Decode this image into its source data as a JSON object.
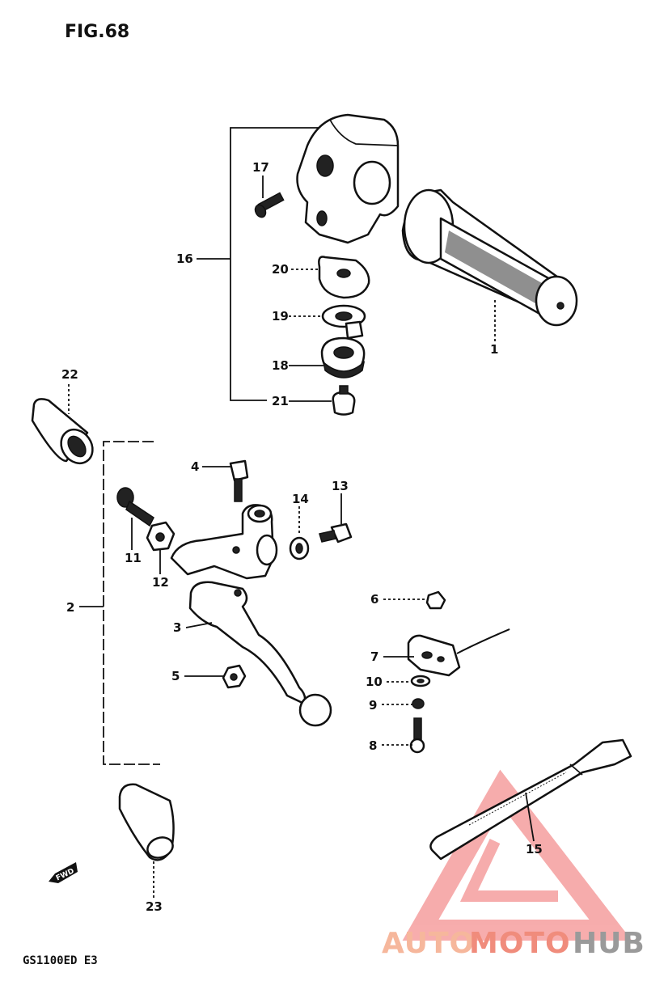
{
  "figure_title": "FIG.68",
  "model_code": "GS1100ED  E3",
  "watermark": {
    "part_a": "AUTO",
    "part_b": "MOTO",
    "part_c": "HUB",
    "color_a": "#f6b79c",
    "color_b": "#f08c7c",
    "color_c": "#9a9a9a"
  },
  "fwd_label": "FWD",
  "callouts": [
    "1",
    "2",
    "3",
    "4",
    "5",
    "6",
    "7",
    "8",
    "9",
    "10",
    "11",
    "12",
    "13",
    "14",
    "15",
    "16",
    "17",
    "18",
    "19",
    "20",
    "21",
    "22",
    "23"
  ]
}
